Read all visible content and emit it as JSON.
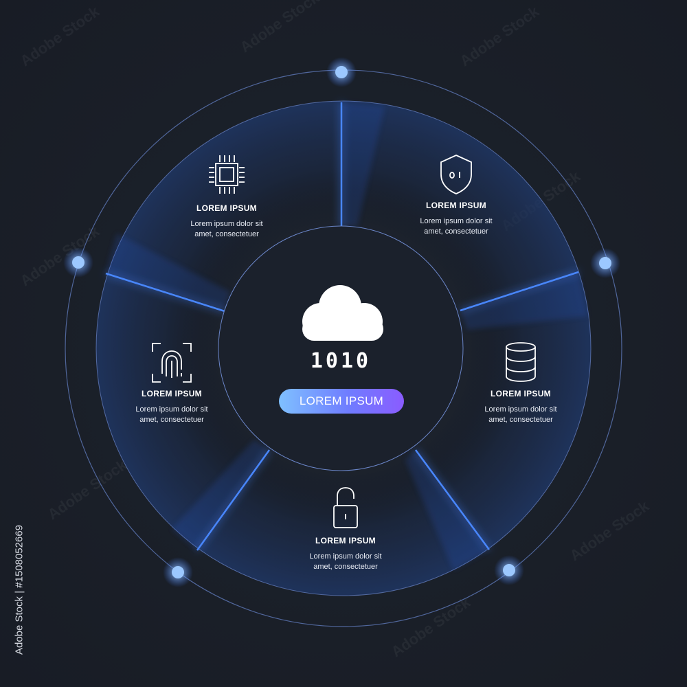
{
  "center": {
    "binary_text": "1010",
    "label": "LOREM IPSUM",
    "icon": "cloud-icon"
  },
  "segments": [
    {
      "icon": "cpu-chip-icon",
      "title": "LOREM IPSUM",
      "desc_line1": "Lorem ipsum dolor sit",
      "desc_line2": "amet, consectetuer"
    },
    {
      "icon": "shield-binary-icon",
      "title": "LOREM IPSUM",
      "desc_line1": "Lorem ipsum dolor sit",
      "desc_line2": "amet, consectetuer"
    },
    {
      "icon": "database-icon",
      "title": "LOREM IPSUM",
      "desc_line1": "Lorem ipsum dolor sit",
      "desc_line2": "amet, consectetuer"
    },
    {
      "icon": "open-padlock-icon",
      "title": "LOREM IPSUM",
      "desc_line1": "Lorem ipsum dolor sit",
      "desc_line2": "amet, consectetuer"
    },
    {
      "icon": "fingerprint-scan-icon",
      "title": "LOREM IPSUM",
      "desc_line1": "Lorem ipsum dolor sit",
      "desc_line2": "amet, consectetuer"
    }
  ],
  "watermark": {
    "text": "Adobe Stock",
    "id_text": "Adobe Stock | #1508052669"
  },
  "colors": {
    "background": "#1a1f28",
    "accent_blue": "#3f7bff",
    "dot_blue": "#8fc4ff",
    "ring_line": "#6b86c9"
  }
}
